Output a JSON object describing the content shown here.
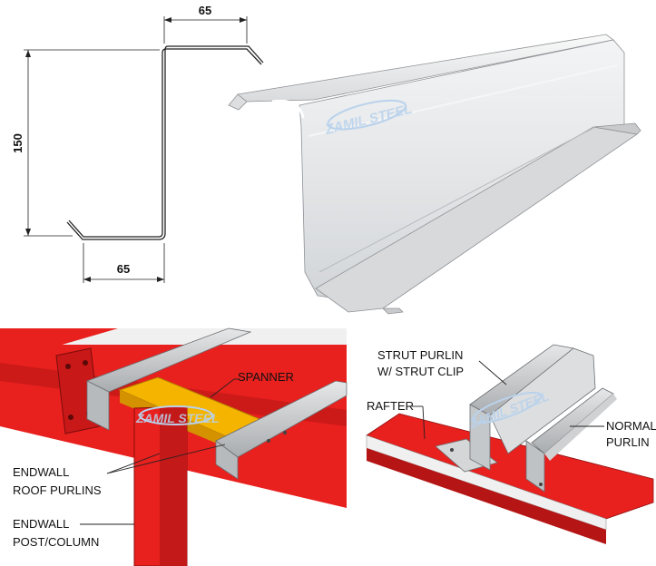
{
  "profile_drawing": {
    "dim_top_flange": "65",
    "dim_web_height": "150",
    "dim_bottom_flange": "65"
  },
  "watermark": {
    "text": "ZAMIL STEEL"
  },
  "callouts": {
    "spanner": "SPANNER",
    "endwall_roof_purlins": [
      "ENDWALL",
      "ROOF PURLINS"
    ],
    "endwall_post_column": [
      "ENDWALL",
      "POST/COLUMN"
    ],
    "strut_purlin": [
      "STRUT PURLIN",
      "W/ STRUT CLIP"
    ],
    "rafter": "RAFTER",
    "normal_purlin": [
      "NORMAL",
      "PURLIN"
    ]
  },
  "colors": {
    "steel_red": "#e8201e",
    "steel_red_dark": "#b51515",
    "purlin_grey": "#c9cbcc",
    "spanner_yellow": "#f4b400",
    "watermark_blue": "#b9d2ec"
  }
}
